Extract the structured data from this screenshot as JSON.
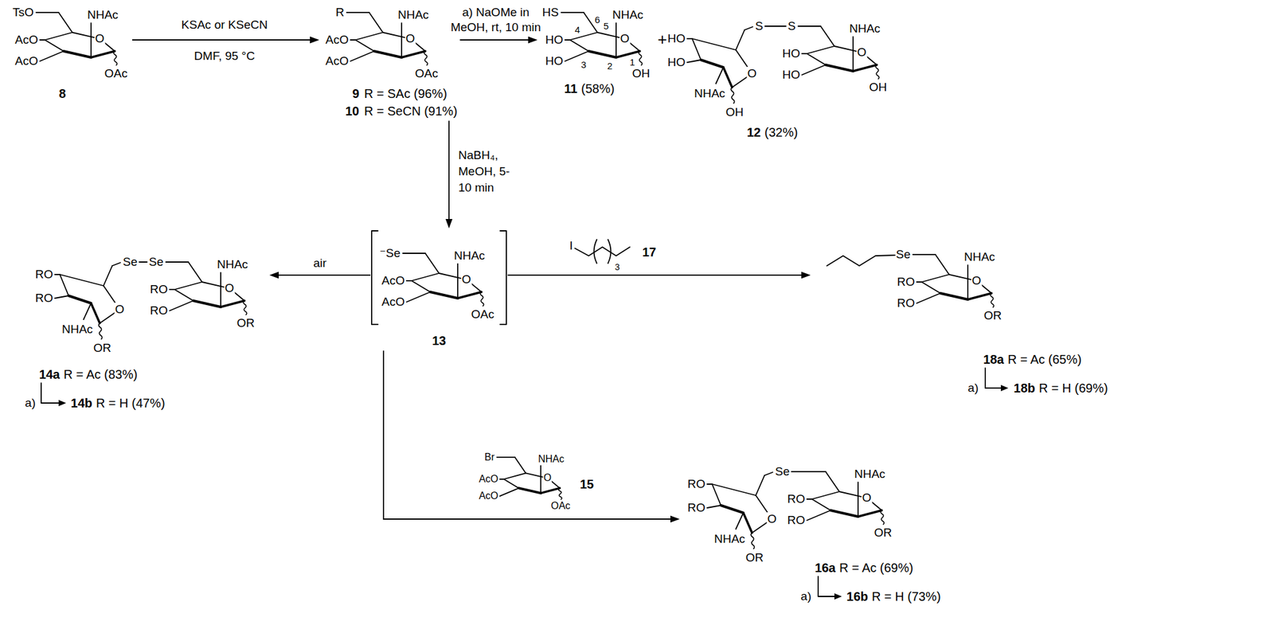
{
  "diagram": {
    "nodes": [
      {
        "text": [
          "8"
        ]
      },
      {
        "text": [
          "9",
          "R = SAc (96%)",
          "10",
          "R = SeCN (91%)"
        ]
      },
      {
        "text": [
          "11",
          "(58%)"
        ]
      },
      {
        "text": [
          "12",
          "(32%)"
        ]
      },
      {
        "text": [
          "14a",
          "R = Ac (83%)",
          "14b",
          "R = H (47%)"
        ]
      },
      {
        "text": [
          "13"
        ]
      },
      {
        "text": [
          "17"
        ]
      },
      {
        "text": [
          "18a",
          "R = Ac (65%)",
          "18b",
          "R = H (69%)"
        ]
      },
      {
        "text": [
          "15"
        ]
      },
      {
        "text": [
          "16a",
          "R = Ac (69%)",
          "16b",
          "R = H (73%)"
        ]
      }
    ],
    "edges": [
      {
        "from": 0,
        "to": 1,
        "arrow": "to",
        "label": "KSAc or KSeCN"
      },
      {
        "from": 1,
        "to": 2,
        "arrow": "to",
        "label": "a) NaOMe in"
      },
      {
        "from": 1,
        "to": 5,
        "arrow": "to",
        "label": "NaBH₄, MeOH, 5-10 min"
      },
      {
        "from": 5,
        "to": 4,
        "arrow": "to",
        "label": "air"
      },
      {
        "from": 5,
        "to": 7,
        "arrow": "to"
      },
      {
        "from": 5,
        "to": 9,
        "arrow": "to"
      }
    ],
    "labels": [
      "TsO",
      "NHAc",
      "O",
      "AcO",
      "AcO",
      "OAc",
      "DMF, 95 °C",
      "R",
      "NHAc",
      "O",
      "AcO",
      "AcO",
      "OAc",
      "MeOH, rt, 10 min",
      "HS",
      "6",
      "NHAc",
      "4",
      "5",
      "O",
      "HO",
      "HO",
      "3",
      "2",
      "1",
      "OH",
      "+",
      "HO",
      "HO",
      "S",
      "S",
      "NHAc",
      "O",
      "O",
      "HO",
      "HO",
      "NHAc",
      "OH",
      "OH",
      "RO",
      "RO",
      "Se",
      "Se",
      "NHAc",
      "O",
      "O",
      "RO",
      "RO",
      "NHAc",
      "OR",
      "OR",
      "a)",
      "⁻Se",
      "NHAc",
      "O",
      "AcO",
      "AcO",
      "OAc",
      "I",
      "3",
      "Se",
      "NHAc",
      "O",
      "RO",
      "RO",
      "OR",
      "a)",
      "Br",
      "NHAc",
      "O",
      "AcO",
      "AcO",
      "OAc",
      "RO",
      "RO",
      "Se",
      "NHAc",
      "O",
      "O",
      "RO",
      "RO",
      "NHAc",
      "OR",
      "OR",
      "a)"
    ]
  }
}
